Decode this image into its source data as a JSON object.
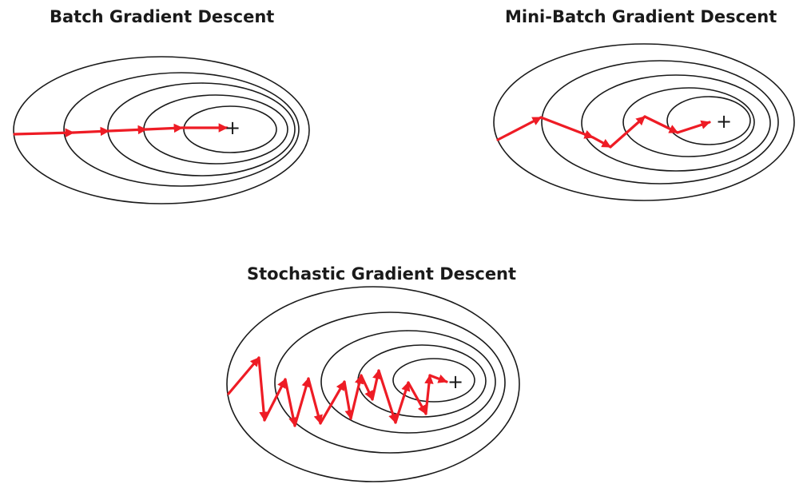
{
  "panels": [
    {
      "id": "batch",
      "title": "Batch Gradient Descent",
      "minimum_marker": "+"
    },
    {
      "id": "minibatch",
      "title": "Mini-Batch Gradient Descent",
      "minimum_marker": "+"
    },
    {
      "id": "sgd",
      "title": "Stochastic Gradient Descent",
      "minimum_marker": "+"
    }
  ],
  "colors": {
    "path": "#ee1c25",
    "contour": "#1a1a1a",
    "title": "#1a1a1a"
  }
}
